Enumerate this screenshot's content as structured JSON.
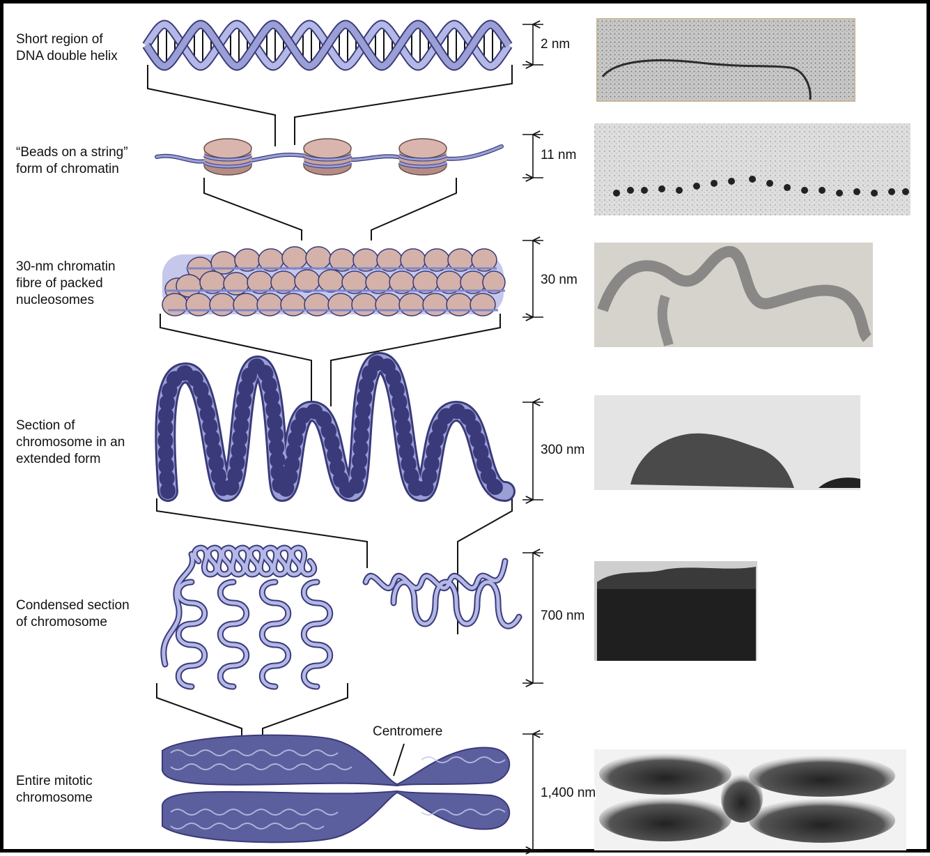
{
  "levels": [
    {
      "label": "Short region of\nDNA double helix",
      "scale": "2 nm"
    },
    {
      "label": "“Beads on a string”\nform of chromatin",
      "scale": "11 nm"
    },
    {
      "label": "30-nm chromatin\nfibre of packed\nnucleosomes",
      "scale": "30 nm"
    },
    {
      "label": "Section of\nchromosome in an\nextended form",
      "scale": "300 nm"
    },
    {
      "label": "Condensed section\nof chromosome",
      "scale": "700 nm"
    },
    {
      "label": "Entire mitotic\nchromosome",
      "scale": "1,400 nm"
    }
  ],
  "centromere_label": "Centromere",
  "colors": {
    "strand": "#9aa0d6",
    "strand_dark": "#3a3a7a",
    "histone": "#c9a49c",
    "histone_edge": "#6b4e48",
    "chromosome": "#5b5f9e",
    "line": "#111111"
  }
}
